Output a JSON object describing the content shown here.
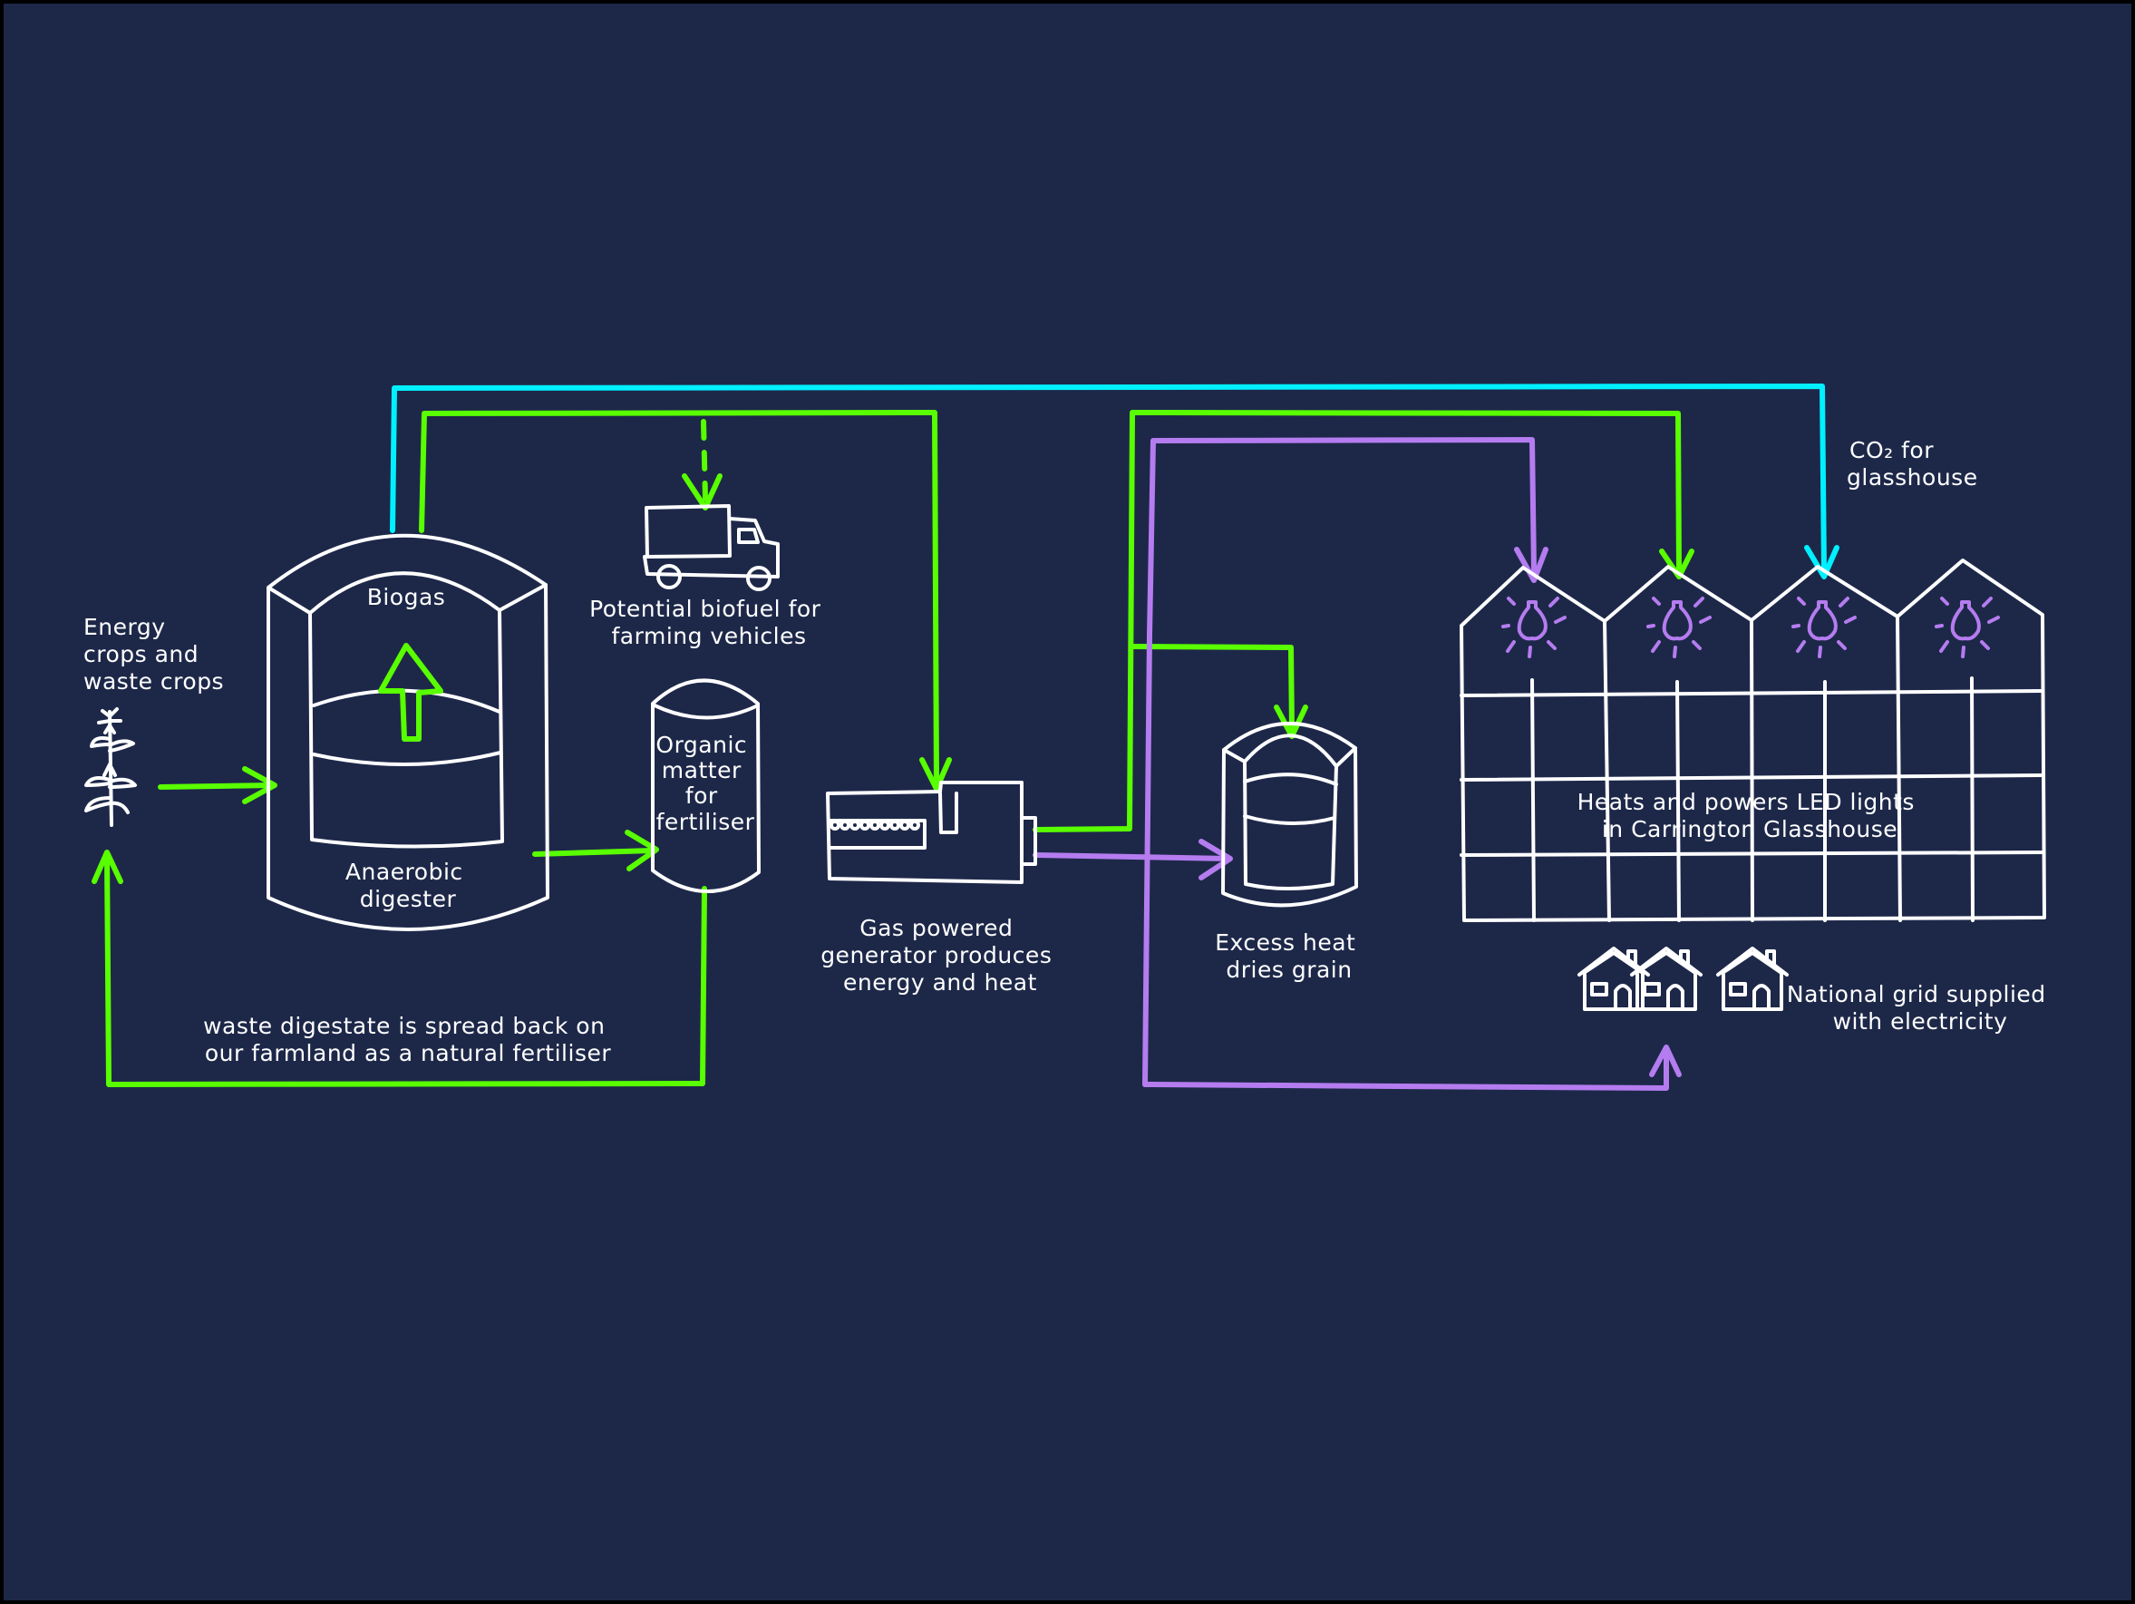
{
  "diagram": {
    "colors": {
      "background": "#1d2849",
      "outline": "#ffffff",
      "biogas_green": "#59ff00",
      "co2_cyan": "#00f0ff",
      "electricity_purple": "#b57cf0"
    },
    "labels": {
      "energy_crops": [
        "Energy",
        "crops and",
        "waste crops"
      ],
      "biogas": "Biogas",
      "anaerobic_digester": [
        "Anaerobic",
        "digester"
      ],
      "biofuel": [
        "Potential biofuel for",
        "farming vehicles"
      ],
      "organic_matter": [
        "Organic",
        "matter",
        "for",
        "fertiliser"
      ],
      "generator": [
        "Gas powered",
        "generator produces",
        "energy and heat"
      ],
      "grain_dryer": [
        "Excess heat",
        "dries grain"
      ],
      "co2": [
        "CO₂ for",
        "glasshouse"
      ],
      "glasshouse": [
        "Heats and powers LED lights",
        "in Carrington Glasshouse"
      ],
      "national_grid": [
        "National grid supplied",
        "with electricity"
      ],
      "digestate": [
        "waste digestate is spread back on",
        "our farmland as a natural fertiliser"
      ]
    },
    "nodes": [
      {
        "id": "crops",
        "icon": "plant-icon"
      },
      {
        "id": "digester",
        "icon": "digester-tank-icon"
      },
      {
        "id": "truck",
        "icon": "truck-icon"
      },
      {
        "id": "fertiliser-silo",
        "icon": "silo-icon"
      },
      {
        "id": "generator",
        "icon": "generator-icon"
      },
      {
        "id": "grain-dryer",
        "icon": "grain-dryer-icon"
      },
      {
        "id": "glasshouse",
        "icon": "glasshouse-icon"
      },
      {
        "id": "houses",
        "icon": "house-icon",
        "count": 3
      }
    ],
    "flows": [
      {
        "from": "crops",
        "to": "digester",
        "color": "green"
      },
      {
        "from": "digester",
        "to": "fertiliser-silo",
        "color": "green"
      },
      {
        "from": "fertiliser-silo",
        "to": "crops",
        "color": "green",
        "label": "digestate"
      },
      {
        "from": "digester",
        "to": "generator",
        "color": "green",
        "label": "biogas"
      },
      {
        "from": "digester",
        "to": "truck",
        "color": "green",
        "style": "dashed"
      },
      {
        "from": "digester",
        "to": "glasshouse",
        "color": "cyan",
        "label": "co2"
      },
      {
        "from": "generator",
        "to": "glasshouse",
        "color": "green"
      },
      {
        "from": "generator",
        "to": "grain-dryer",
        "color": "green"
      },
      {
        "from": "generator",
        "to": "grain-dryer",
        "color": "purple"
      },
      {
        "from": "generator",
        "to": "glasshouse",
        "color": "purple"
      },
      {
        "from": "generator",
        "to": "houses",
        "color": "purple"
      }
    ]
  }
}
